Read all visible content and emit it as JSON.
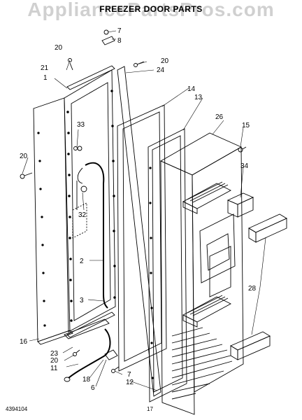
{
  "watermark": "AppliancePartsPros.com",
  "title": "FREEZER DOOR PARTS",
  "subtitle": "",
  "footer": {
    "left": "4394104",
    "page": "17"
  },
  "callouts": {
    "c1": "1",
    "c2": "2",
    "c3": "3",
    "c6": "6",
    "c7a": "7",
    "c7b": "7",
    "c8": "8",
    "c11": "11",
    "c12": "12",
    "c13": "13",
    "c14": "14",
    "c15": "15",
    "c16": "16",
    "c18": "18",
    "c20a": "20",
    "c20b": "20",
    "c20c": "20",
    "c20d": "20",
    "c21": "21",
    "c23": "23",
    "c24": "24",
    "c26": "26",
    "c28": "28",
    "c32": "32",
    "c33": "33",
    "c34": "34"
  }
}
